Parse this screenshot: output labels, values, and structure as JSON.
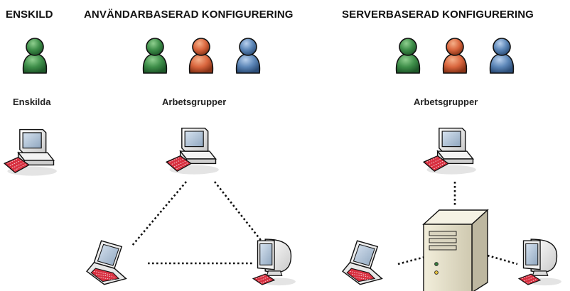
{
  "sections": [
    {
      "heading": "ENSKILD",
      "label": "Enskilda"
    },
    {
      "heading": "ANVÄNDARBASERAD KONFIGURERING",
      "label": "Arbetsgrupper"
    },
    {
      "heading": "SERVERBASERAD KONFIGURERING",
      "label": "Arbetsgrupper"
    }
  ],
  "colors": {
    "user_green": "#3f8f4a",
    "user_orange": "#d9663e",
    "user_blue": "#5d87b8",
    "keyboard": "#d83040",
    "dotted_line": "#111111"
  }
}
